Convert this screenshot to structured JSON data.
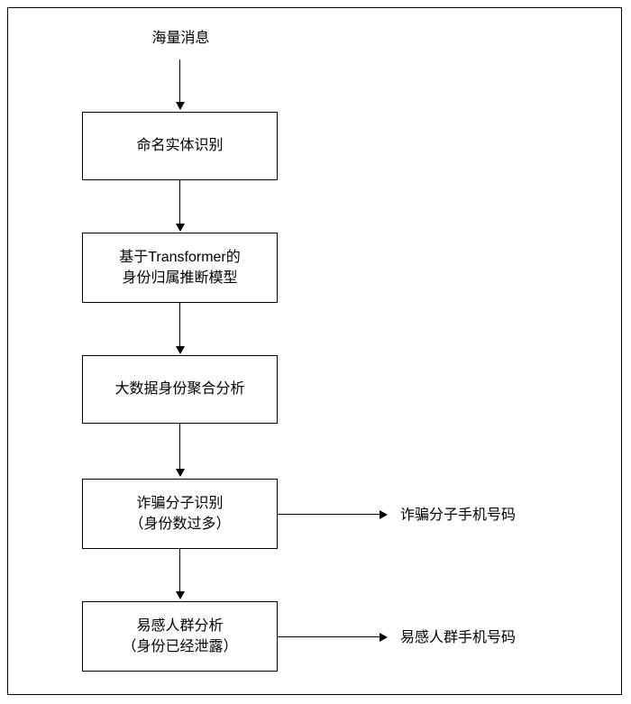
{
  "diagram": {
    "title_label": "海量消息",
    "nodes": [
      {
        "id": "ner",
        "label": "命名实体识别"
      },
      {
        "id": "transformer",
        "label": "基于Transformer的\n身份归属推断模型"
      },
      {
        "id": "bigdata",
        "label": "大数据身份聚合分析"
      },
      {
        "id": "fraud",
        "label": "诈骗分子识别\n（身份数过多）"
      },
      {
        "id": "vulnerable",
        "label": "易感人群分析\n（身份已经泄露）"
      }
    ],
    "outputs": [
      {
        "id": "fraud-output",
        "label": "诈骗分子手机号码"
      },
      {
        "id": "vulnerable-output",
        "label": "易感人群手机号码"
      }
    ],
    "colors": {
      "stroke": "#000000",
      "fill": "#ffffff",
      "text": "#000000"
    }
  }
}
